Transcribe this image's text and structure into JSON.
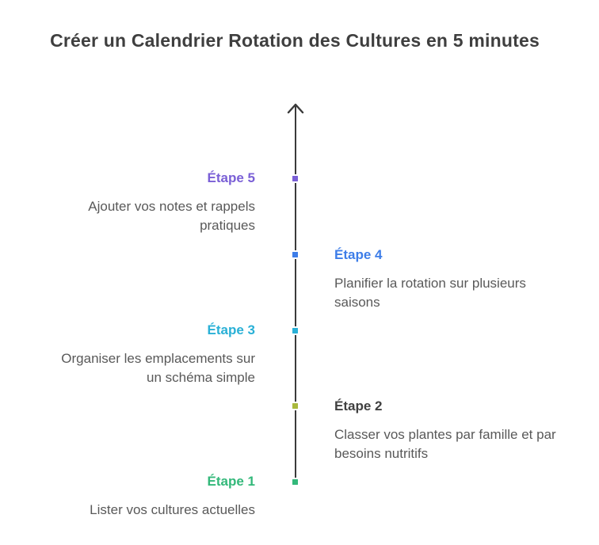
{
  "title": "Créer un Calendrier Rotation des Cultures en 5 minutes",
  "colors": {
    "title_text": "#3f3f3f",
    "body_text": "#595959",
    "line": "#3a3a3a",
    "background": "#ffffff"
  },
  "timeline": {
    "steps": [
      {
        "label": "Étape 5",
        "description": "Ajouter vos notes et rappels pratiques",
        "label_color": "#7a5fd6",
        "dot_color": "#7a5fd6",
        "side": "left"
      },
      {
        "label": "Étape 4",
        "description": "Planifier la rotation sur plusieurs saisons",
        "label_color": "#3d7de8",
        "dot_color": "#3d7de8",
        "side": "right"
      },
      {
        "label": "Étape 3",
        "description": "Organiser les emplacements sur un schéma simple",
        "label_color": "#29b0d6",
        "dot_color": "#29b0d6",
        "side": "left"
      },
      {
        "label": "Étape 2",
        "description": "Classer vos plantes par famille et par besoins nutritifs",
        "label_color": "#404040",
        "dot_color": "#a9b93c",
        "side": "right"
      },
      {
        "label": "Étape 1",
        "description": "Lister vos cultures actuelles",
        "label_color": "#33b87a",
        "dot_color": "#33b87a",
        "side": "left"
      }
    ]
  }
}
